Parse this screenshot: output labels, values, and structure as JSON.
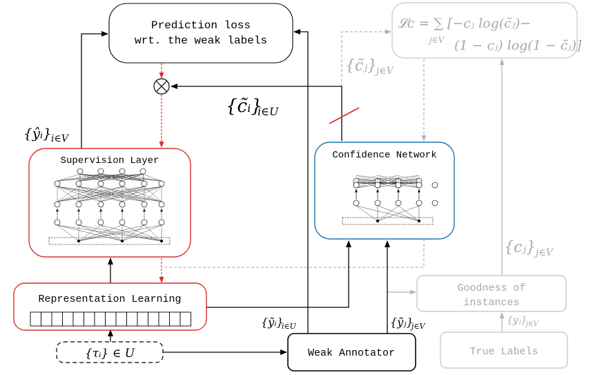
{
  "nodes": {
    "prediction_loss": [
      "Prediction loss",
      "wrt. the weak labels"
    ],
    "supervision_layer": "Supervision Layer",
    "confidence_network": "Confidence Network",
    "representation_learning": "Representation Learning",
    "weak_annotator": "Weak Annotator",
    "goodness": [
      "Goodness of",
      "instances"
    ],
    "true_labels": "True Labels",
    "input": "{τᵢ} ∈ U"
  },
  "formulas": {
    "confidence_loss_line1": "𝓛c = ∑ [−cⱼ log(c̃ⱼ)−",
    "confidence_loss_sub": "j∈V",
    "confidence_loss_line2": "(1 − cⱼ) log(1 − c̃ⱼ)]"
  },
  "edge_labels": {
    "c_tilde_i_U": "{c̃ᵢ}",
    "c_tilde_i_U_sub": "i∈U",
    "c_tilde_j_V": "{c̃ⱼ}",
    "c_tilde_j_V_sub": "j∈V",
    "y_hat_i_V": "{ŷᵢ}",
    "y_hat_i_V_sub": "i∈V",
    "y_tilde_i_U": "{ỹᵢ}",
    "y_tilde_i_U_sub": "i∈U",
    "y_tilde_j_V": "{ỹⱼ}",
    "y_tilde_j_V_sub": "j∈V",
    "c_j_V": "{cⱼ}",
    "c_j_V_sub": "j∈V",
    "y_j_V": "{yⱼ}",
    "y_j_V_sub": "j∈V"
  },
  "symbols": {
    "multiply": "×"
  },
  "colors": {
    "black": "#000000",
    "red": "#d9302c",
    "blue": "#1f78b4",
    "gray": "#b5b5b5",
    "gray_text": "#9a9a9a",
    "dotted": "#555555"
  }
}
